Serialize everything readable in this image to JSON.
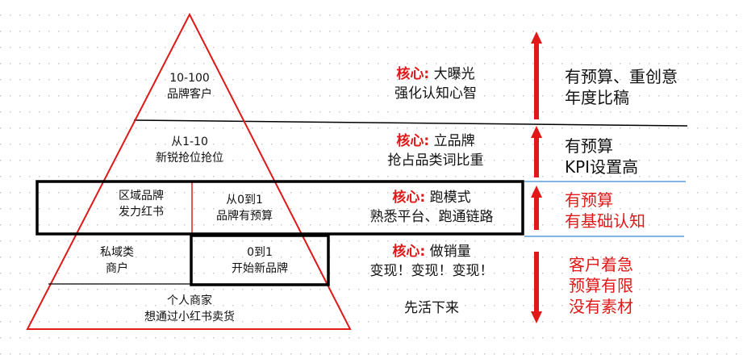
{
  "pyramid": {
    "top": {
      "line1": "10-100",
      "line2": "品牌客户"
    },
    "second": {
      "line1": "从1-10",
      "line2": "新锐抢位抢位"
    },
    "third_left": {
      "line1": "区域品牌",
      "line2": "发力红书"
    },
    "third_right": {
      "line1": "从0到1",
      "line2": "品牌有预算"
    },
    "fourth_left": {
      "line1": "私域类",
      "line2": "商户"
    },
    "fourth_right": {
      "line1": "0到1",
      "line2": "开始新品牌"
    },
    "bottom": {
      "line1": "个人商家",
      "line2": "想通过小红书卖货"
    }
  },
  "core_label": "核心:",
  "middle": [
    {
      "title": "大曝光",
      "subtitle": "强化认知心智"
    },
    {
      "title": "立品牌",
      "subtitle": "抢占品类词比重"
    },
    {
      "title": "跑模式",
      "subtitle": "熟悉平台、跑通链路"
    },
    {
      "title": "做销量",
      "subtitle": "变现！变现！变现！"
    },
    {
      "title": "",
      "subtitle": "先活下来"
    }
  ],
  "right": [
    {
      "lines": [
        "有预算、重创意",
        "年度比稿"
      ],
      "color": "#000000"
    },
    {
      "lines": [
        "有预算",
        "KPI设置高"
      ],
      "color": "#000000"
    },
    {
      "lines": [
        "有预算",
        "有基础认知"
      ],
      "color": "#e01818"
    },
    {
      "lines": [
        "客户着急",
        "预算有限",
        "没有素材"
      ],
      "color": "#e01818"
    }
  ],
  "colors": {
    "red": "#e01818",
    "blue": "#5b9bd5",
    "grid": "#cccccc"
  }
}
